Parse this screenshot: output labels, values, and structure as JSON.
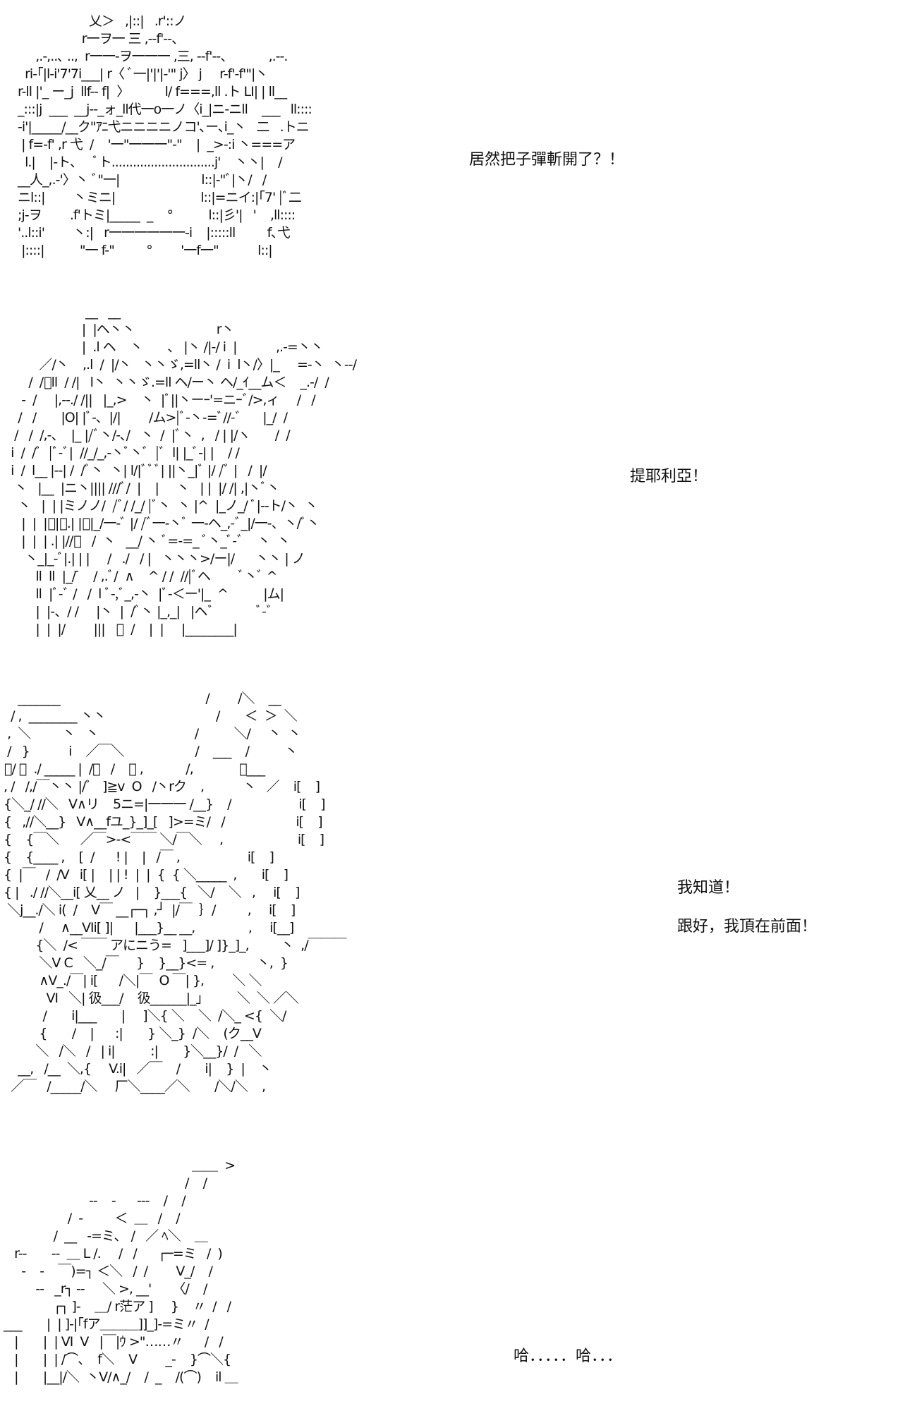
{
  "panels": [
    {
      "art": [
        "                     乂＞   ,|::|   .r'::ノ",
        "                   r一ヲ一 三 ,--f'--、",
        "      ,.-,..､ ..,  r一一-ヲ一一一 ,三, --f'--、          ,.--.",
        "   ri-｢|l-i'7'7i___| r〈 ﾞ一|'|'|-'\" j〉 j     r-f'-f'\"|丶",
        " r-ll |'_ ー_j  llf-- f|  〉          l/ f===,ll .ト LI| | ll__",
        " _:::|j  ___  __j--_ォ_ll代一o一ノ〈i_|ニ-ニll    ___   ll::::",
        " -i'|_____/__ク\"ｱﾆ弋ニニニニノコ'､ー､i_丶   二   .トニ",
        "  | f=-f' ,r 弋  /    '一\"一一一\"-\"    |  _>-:i 丶===ア",
        "   l.|    |-ト、   ﾞト.............................j'    丶丶|    /",
        " __人_,.-'〉丶 ﾞ\"一|                       l::|-\"ﾞ|丶/   /",
        " ニl::|        丶ミニ|                        l::|=ニイ:|｢7' |ﾞ二",
        " ;j-ヲ        .f'トミ|_____  _    °          l::|彡'|   '    ,ll::::",
        " '..l::i'        丶:|   r一一一一一一-i    |:::::ll         f､弋",
        "  |::::|          \"一 f-\"         °        '一f一\"           l::|"
      ],
      "dialogue": [
        "居然把子彈斬開了？！"
      ]
    },
    {
      "art": [
        "                        __   __",
        "                       |  |ヘ丶丶                       r丶",
        "                       |  .l ヘ    丶       、 |丶 /|-/ i  |           ,.-=丶丶",
        "           ／/丶    ,.l  /  |/丶   丶丶ゞ,=ll丶 /  i  l丶/〉|_     =-丶  丶--/",
        "        /  /ﾞll  / /|   l丶  丶丶ゞ.=ll ヘ/ー丶 ヘ/_ｲ__ム＜    _.-/  /",
        "      -  /     |,--./ /||   |_,>    丶  |ﾞ||丶ーｰ'=ニｰﾞ/>,ィ     /   /",
        "     /   /       |O| |ﾞ-､  |/|        /ム>|ﾞ-丶-=ﾞ//-ﾞ      |_/  /",
        "    /   /  /,-、  |_ |/ﾞ丶/-､/   丶  /  |ﾞ丶  ,   / | |/ヽ       /  /",
        "   i  /  /ﾞ  |ﾞ-ﾞ|  //_/_,-丶ﾞ丶ﾞ  |ﾞ  l| |_ﾞ-| |    / /",
        "   i  /  l__ |--| /  /ﾞ丶  丶| l/|ﾞﾞﾞ| ||丶_|ﾞ |/ /ﾞ |   /  |/",
        "    丶   |__  |ニ丶|||| ///ﾞ/  |    |     丶   | |  |/ /| ,|丶ﾞ丶",
        "     丶   |  | |ミノノ/  /ﾞ/ /_/ |ﾞ丶  丶 |^  |_ノ_/ ﾞ|--ト/丶  丶",
        "      |  |  |ﾞ|ﾞ.| |ﾞ|_/一-ﾞ |/ /ﾞ一-丶ﾞ 一-ヘ_,-ﾞ_|/一-、丶/ﾞ丶",
        "      |  |  | .| |//ﾞ   /  丶   __/ 丶 ﾞ=-=_ ﾞ丶_ﾞ-ﾞ    丶  丶",
        "       丶_|_-ﾞ|.| | |     /   ./   / |   丶丶丶>/ー|/      丶丶 | ノ",
        "          ll  ll  |_/ ̄    / ,.ﾞ/  ∧    ^ / /  //|ﾞヘ        ﾞ丶ﾞ ^",
        "          ll  |ﾞ-ﾞ /   /  l ﾞ-,ﾞ_,-丶  |ﾞ-＜ー'|_  ^          |ム|",
        "          |  |-、/ /     |丶  |  /ﾞ丶 |_,_|   |ヘﾞ            ﾞ-ﾞ",
        "          |  |  |/        |||   ﾞ  /    |  |     |________|"
      ],
      "dialogue": [
        "提耶利亞！"
      ]
    },
    {
      "art": [
        "     _______                                         /        /＼    __",
        "   / ,  ________ 丶丶                               /       ＜  ＞  ＼",
        "  ,  ＼         丶   丶                           /          ＼/     丶  丶",
        "  /   }           i    ／￣＼                    /    ___    /          丶",
        " ﾞ/ ＼  ./ _____ |  /￣   /    ＼ ,            /,             ＼___",
        " , /   /,/￣丶丶 |/ﾞ   ]≧v  O   /丶rク    ,           丶   ／    i[    ]",
        " {＼_/ //＼   V∧リ    5ニ=|一一一 /__}    /                   i[    ]",
        " {   ,//＼__}   V∧__fユ_}_]_[   ]>=ミ/   /                    i[    ]",
        " {    {￣＼      ／￣>-<￣￣ ＼/￣＼     ,                     i[    ]",
        " {    {____ ,    [  /      ! |    |   /￣ ,                   i[    ]",
        " {  |￣   /  /V   i[ |    | | !  |  |  {  { ＼_____  ,       i[    ]",
        " { |   ./ //＼__i[ 乂__ ノ   |    }___{   ＼/    ＼   ,     i[    ]",
        "  ＼j__./＼ i(  /    V￣ __┌─┐ ,┘  |/￣  ｝/         ,     i[    ]",
        "           /     ∧__Ⅵi[ ]|      |___}__ __,               ,     i[__]",
        "          {＼  /< ￣￣ アにニう=   ]___]/ ]}_]_,         丶  ,/￣￣￣",
        "           ＼V C   ＼_/￣     }    }__}<= ,            丶,  }",
        "           ∧V_./￣| i[      /＼|￣  O ￣| },        ＼ ＼",
        "             Ⅵ   ＼| 彶___/    彶______|_」        ＼  ＼ ／＼",
        "            /       i|___       |     ]＼{ ＼    ＼  /＼_ <{  ＼/",
        "           {       /    |      :|       } ＼_}  /＼    (ク__V",
        "          ＼   /＼   /   | i|          :|       }＼__}/  /   ＼",
        "     __,   /__  ＼,{     V.i|   ／￣    /       i|    }  |    丶",
        "   ／￣   /_____/＼     厂＼____／＼       /＼/＼    ,"
      ],
      "dialogue": [
        "我知道！",
        "跟好，我頂在前面！"
      ]
    },
    {
      "art": [
        "                                                      ＿＿  >",
        "                                                    /    /",
        "                         --    -      ---    /    /",
        "                   /  -         ＜  ＿   /    /",
        "               /  __   -=ミ､   /   ／ ﾍ＼    ＿",
        "    r--       --  ＿ L /.     /   /      ┌─=ミ   /  )",
        "      -    -    ￣)=┐ ＜＼   /  /        V_/    /",
        "          --   _r┐ --     ＼ >, __'      〈/    /",
        "               ┌┐ ]-    ＿/ r茫ア ]     }    〃  /   /",
        " ___       |  | ]-|｢fア＿＿＿]]_]-=ミ〃  /",
        "    |       |  | Ⅵ  V   |￣|ｳ >\"……〃      /   /",
        "    |       |  | /⌒、  f＼    V        _-    }⌒＼{",
        "    |       |__|/＼  丶V/∧_/    /  _    /(⌒)    il ＿"
      ],
      "dialogue": [
        "哈．．．．．哈．．．"
      ]
    }
  ]
}
